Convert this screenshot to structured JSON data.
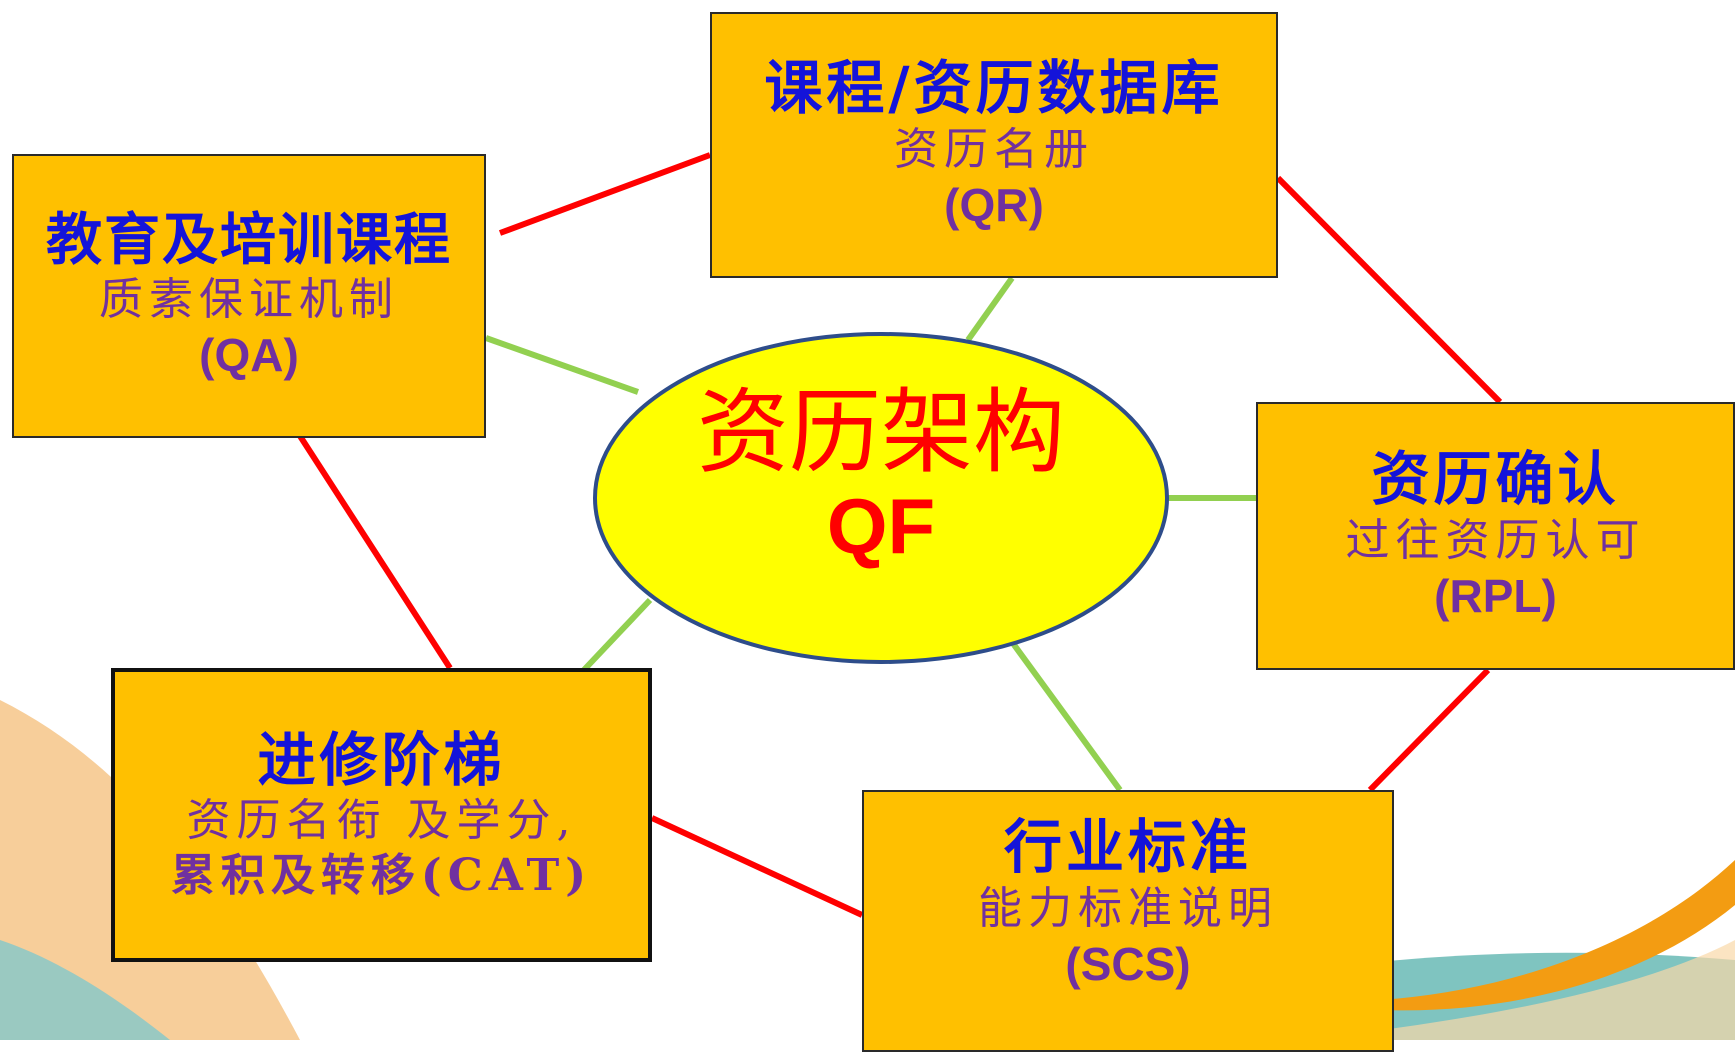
{
  "center": {
    "title": "资历架构",
    "abbr": "QF"
  },
  "nodes": {
    "qr": {
      "title": "课程/资历数据库",
      "subtitle": "资历名册",
      "abbr": "(QR)"
    },
    "qa": {
      "title": "教育及培训课程",
      "subtitle": "质素保证机制",
      "abbr": "(QA)"
    },
    "rpl": {
      "title": "资历确认",
      "subtitle": "过往资历认可",
      "abbr": "(RPL)"
    },
    "cat": {
      "title": "进修阶梯",
      "subtitle": "资历名衔 及学分,",
      "subtitle2": "累积及转移(CAT)"
    },
    "scs": {
      "title": "行业标准",
      "subtitle": "能力标准说明",
      "abbr": "(SCS)"
    }
  },
  "colors": {
    "box_fill": "#ffc000",
    "ellipse_fill": "#ffff00",
    "ellipse_stroke": "#2e4d8a",
    "title_blue": "#1414d9",
    "subtitle_purple": "#7030a0",
    "center_red": "#ff0000",
    "red_link": "#ff0000",
    "green_link": "#92d050",
    "swoosh_orange": "#f39c12",
    "swoosh_teal": "#7fc4c0"
  }
}
